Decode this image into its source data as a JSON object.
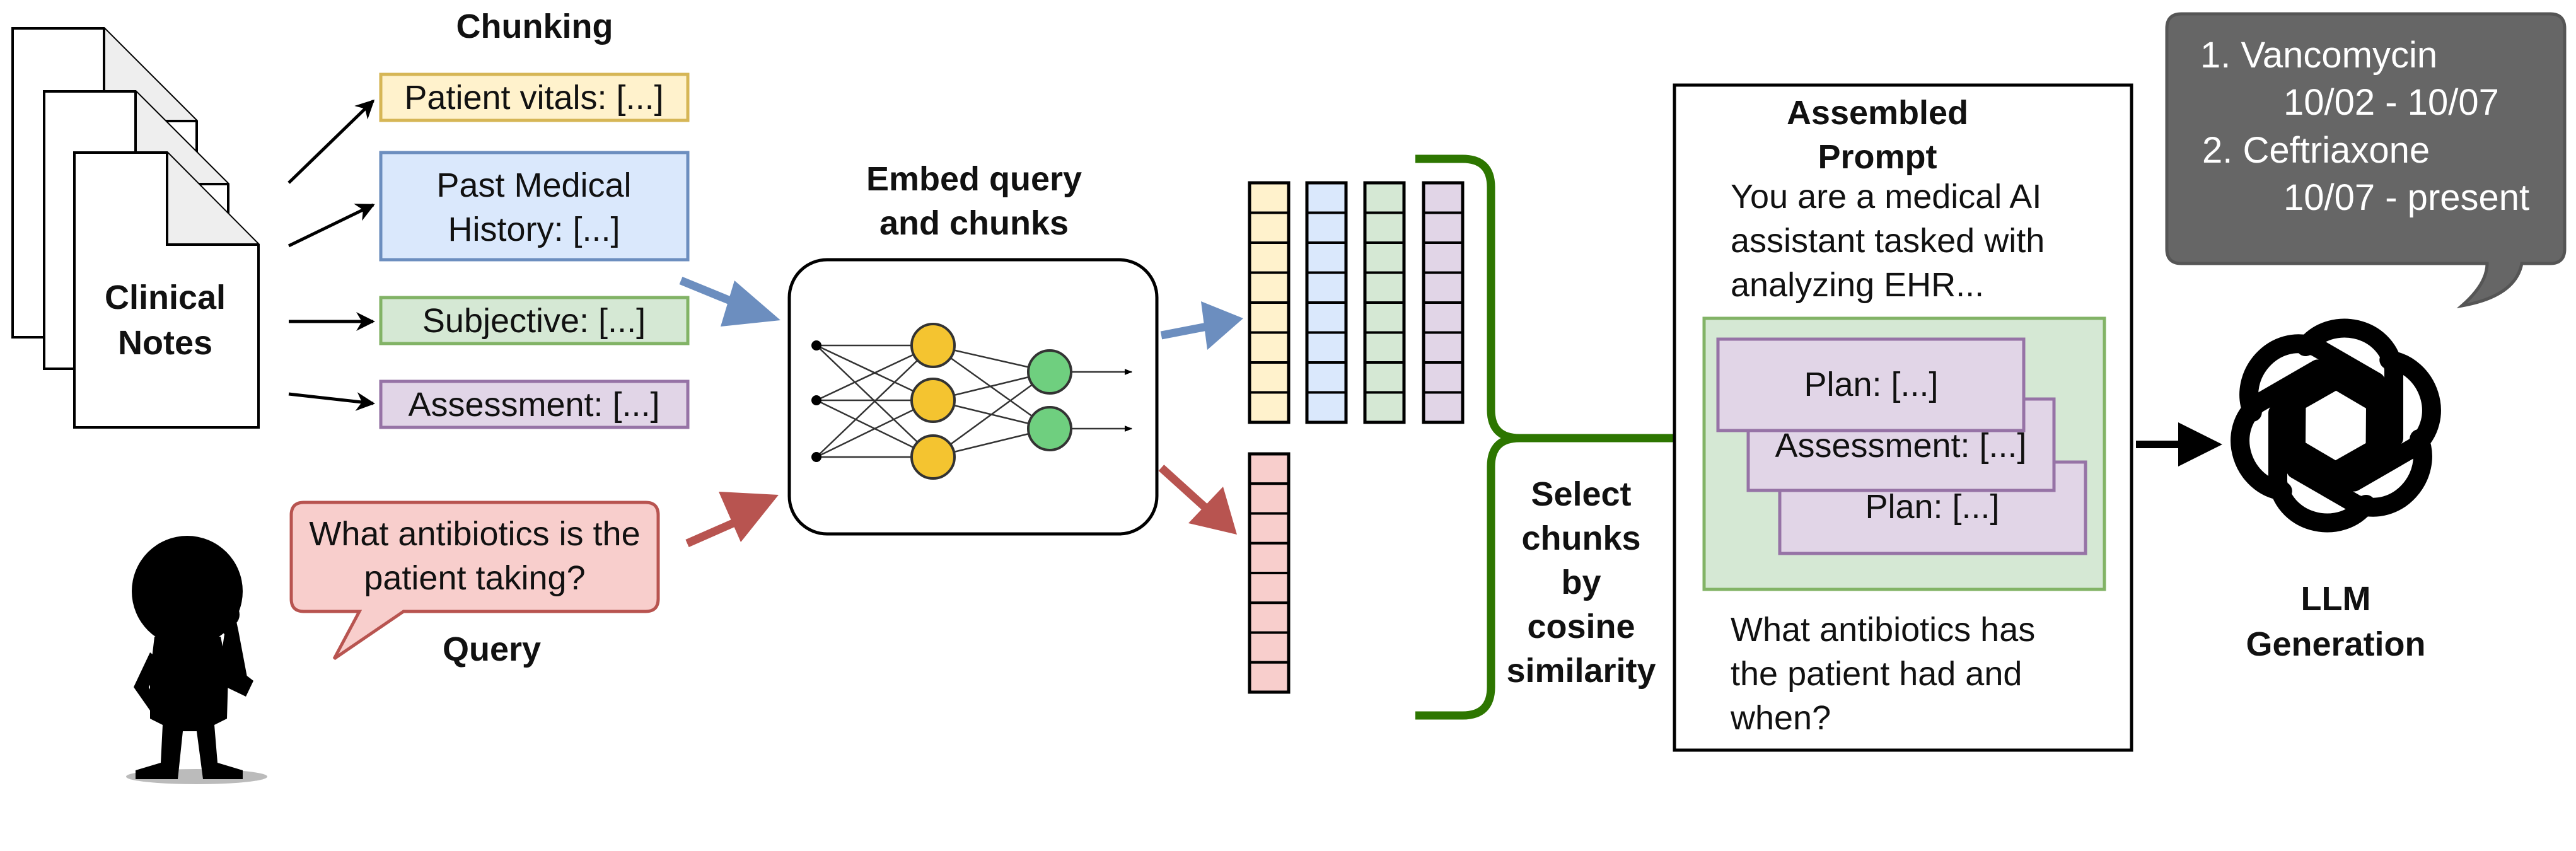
{
  "colors": {
    "yellow_fill": "#fff2cc",
    "yellow_stroke": "#d6b656",
    "blue_fill": "#dae8fc",
    "blue_stroke": "#6c8ebf",
    "green_fill": "#d5e8d4",
    "green_stroke": "#82b366",
    "purple_fill": "#e1d5e7",
    "purple_stroke": "#9673a6",
    "red_fill": "#f8cecc",
    "red_stroke": "#b85450",
    "dark_bubble": "#666666",
    "bracket_green": "#2d7600",
    "node_yellow": "#f4c430",
    "node_green": "#6fcf7f",
    "arrow_blue": "#6c8ebf",
    "arrow_red": "#b85450"
  },
  "chunking": {
    "title": "Chunking",
    "chunks": [
      "Patient vitals: [...]",
      "Past Medical",
      "History: [...]",
      "Subjective: [...]",
      "Assessment: [...]"
    ]
  },
  "notes": {
    "line1": "Clinical",
    "line2": "Notes"
  },
  "query": {
    "line1": "What antibiotics is the",
    "line2": "patient taking?",
    "label": "Query"
  },
  "embed": {
    "line1": "Embed query",
    "line2": "and chunks"
  },
  "select": {
    "lines": [
      "Select",
      "chunks",
      "by",
      "cosine",
      "similarity"
    ]
  },
  "prompt": {
    "title_line1": "Assembled",
    "title_line2": "Prompt",
    "intro": [
      "You are a medical AI",
      "assistant tasked with",
      "analyzing EHR..."
    ],
    "chunks": [
      "Plan: [...]",
      "Assessment: [...]",
      "Plan: [...]"
    ],
    "question": [
      "What antibiotics has",
      "the patient had and",
      "when?"
    ]
  },
  "llm": {
    "label_line1": "LLM",
    "label_line2": "Generation",
    "icon": "openai-logo-icon"
  },
  "output": {
    "lines": [
      "1. Vancomycin",
      "10/02 - 10/07",
      "2. Ceftriaxone",
      "10/07 - present"
    ]
  }
}
